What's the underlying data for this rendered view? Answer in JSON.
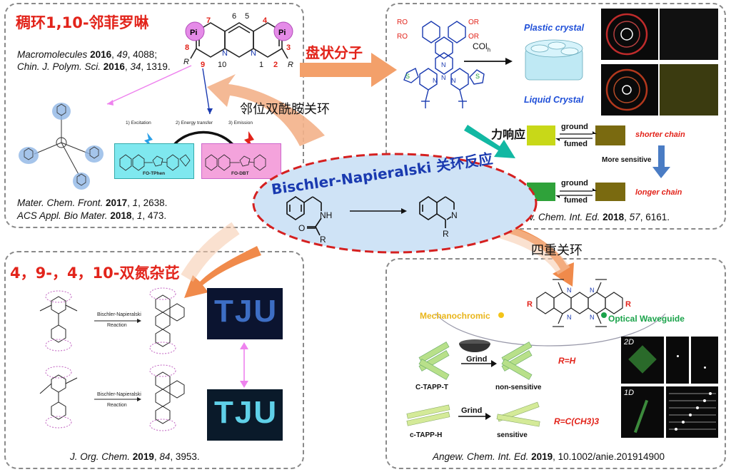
{
  "panel_tl": {
    "title": "稠环1,10-邻菲罗啉",
    "cite1": {
      "journal": "Macromolecules",
      "year": "2016",
      "vol": "49",
      "rest": ", 4088;"
    },
    "cite2": {
      "journal": "Chin. J. Polym. Sci.",
      "year": "2016",
      "vol": "34",
      "rest": ", 1319."
    },
    "cite3": {
      "journal": "Mater. Chem. Front.",
      "year": "2017",
      "vol": "1",
      "rest": ", 2638."
    },
    "cite4": {
      "journal": "ACS Appl. Bio Mater.",
      "year": "2018",
      "vol": "1",
      "rest": ", 473."
    },
    "atom_labels": [
      "7",
      "6",
      "5",
      "4",
      "8",
      "3",
      "9",
      "10",
      "1",
      "2",
      "R",
      "R",
      "Pi",
      "Pi",
      "N",
      "N"
    ],
    "steps": [
      "1) Excitation",
      "2) Energy transfer",
      "3) Emission"
    ],
    "box1": "FO-TPhen",
    "box2": "FO-DBT"
  },
  "panel_tr": {
    "labels": {
      "plastic": "Plastic crystal",
      "liquid": "Liquid Crystal",
      "col": "COl",
      "col_sub": "h"
    },
    "mech": {
      "ground": "ground",
      "fumed": "fumed",
      "shorter": "shorter chain",
      "longer": "longer chain",
      "sensitive": "More sensitive"
    },
    "cite": {
      "journal": "Angew. Chem. Int. Ed.",
      "year": "2018",
      "vol": "57",
      "rest": ", 6161."
    },
    "ro": "RO",
    "or": "OR"
  },
  "panel_bl": {
    "title": "4，9-，4，10-双氮杂芘",
    "reagent": "Bischler-Napieralski",
    "reaction": "Reaction",
    "tju": "TJU",
    "cite": {
      "journal": "J. Org. Chem.",
      "year": "2019",
      "vol": "84",
      "rest": ", 3953."
    }
  },
  "panel_br": {
    "mechano": "Mechanochromic",
    "waveguide": "Optical Waveguide",
    "ctapp_t": "C-TAPP-T",
    "ctapp_h": "c-TAPP-H",
    "grind": "Grind",
    "nonsens": "non-sensitive",
    "sens": "sensitive",
    "rh": "R=H",
    "rtbu": "R=C(CH3)3",
    "d2": "2D",
    "d1": "1D",
    "cite": {
      "journal": "Angew. Chem. Int. Ed.",
      "year": "2019",
      "rest": ", 10.1002/anie.201914900"
    }
  },
  "center": {
    "title": "Bischler-Napieralski 关环反应",
    "nh": "NH",
    "o": "O",
    "r": "R",
    "n": "N"
  },
  "arrows": {
    "disc": "盘状分子",
    "ortho": "邻位双酰胺关环",
    "mech": "力响应",
    "quad": "四重关环"
  },
  "colors": {
    "title_red": "#e2231a",
    "ellipse_fill": "#cfe3f6",
    "ellipse_stroke": "#d52020",
    "arrow_orange": "#f08a4b",
    "arrow_teal": "#12b8a3",
    "mol_blue": "#1a3ab0",
    "pink": "#ee82ee"
  }
}
